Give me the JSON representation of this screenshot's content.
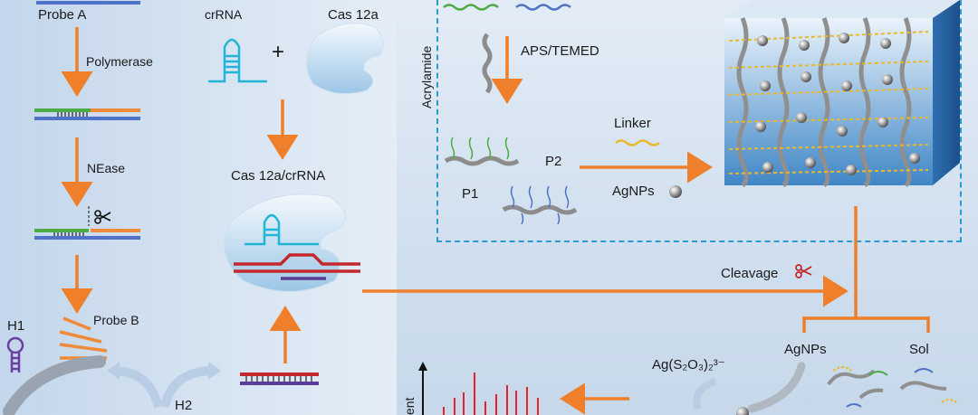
{
  "labels": {
    "probe_a": "Probe A",
    "polymerase": "Polymerase",
    "nease": "NEase",
    "probe_b": "Probe B",
    "h1": "H1",
    "h2": "H2",
    "crrna": "crRNA",
    "plus": "+",
    "cas12a": "Cas 12a",
    "cas12a_crrna": "Cas 12a/crRNA",
    "acrylamide": "Acrylamide",
    "aps_temed": "APS/TEMED",
    "linker": "Linker",
    "p1": "P1",
    "p2": "P2",
    "agnps_top": "AgNPs",
    "cleavage": "Cleavage",
    "agnps_bottom": "AgNPs",
    "sol": "Sol",
    "ag_s2o3": "Ag(S₂O₃)₂³⁻",
    "y_axis_partial": "ent"
  },
  "colors": {
    "arrow": "#ef7f2b",
    "dna_blue": "#4f72c8",
    "dna_green": "#4cab45",
    "dna_orange": "#ee8a3a",
    "dna_red": "#c3282e",
    "dna_purple": "#5a3d96",
    "crrna_cyan": "#20b6d8",
    "dashed_border": "#2a9ad0",
    "hydrogel_blue": "#3f86c6",
    "spectrum_red": "#e0242a"
  }
}
